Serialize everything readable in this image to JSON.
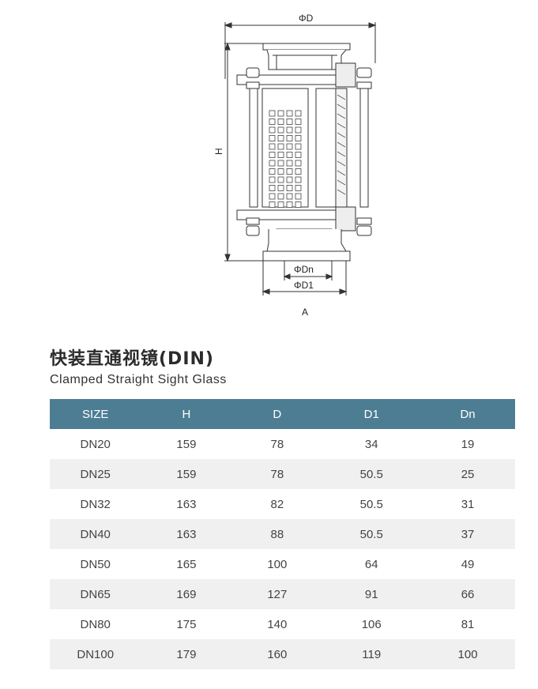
{
  "drawing": {
    "labels": {
      "phi_d": "ΦD",
      "h": "H",
      "phi_dn": "ΦDn",
      "phi_d1": "ΦD1",
      "view": "A"
    }
  },
  "title_cn": "快装直通视镜(DIN)",
  "title_en": "Clamped Straight Sight Glass",
  "table": {
    "headers": [
      "SIZE",
      "H",
      "D",
      "D1",
      "Dn"
    ],
    "rows": [
      [
        "DN20",
        "159",
        "78",
        "34",
        "19"
      ],
      [
        "DN25",
        "159",
        "78",
        "50.5",
        "25"
      ],
      [
        "DN32",
        "163",
        "82",
        "50.5",
        "31"
      ],
      [
        "DN40",
        "163",
        "88",
        "50.5",
        "37"
      ],
      [
        "DN50",
        "165",
        "100",
        "64",
        "49"
      ],
      [
        "DN65",
        "169",
        "127",
        "91",
        "66"
      ],
      [
        "DN80",
        "175",
        "140",
        "106",
        "81"
      ],
      [
        "DN100",
        "179",
        "160",
        "119",
        "100"
      ]
    ]
  },
  "colors": {
    "header_bg": "#4d7d92",
    "header_text": "#ffffff",
    "alt_row": "#f0f0f0"
  }
}
